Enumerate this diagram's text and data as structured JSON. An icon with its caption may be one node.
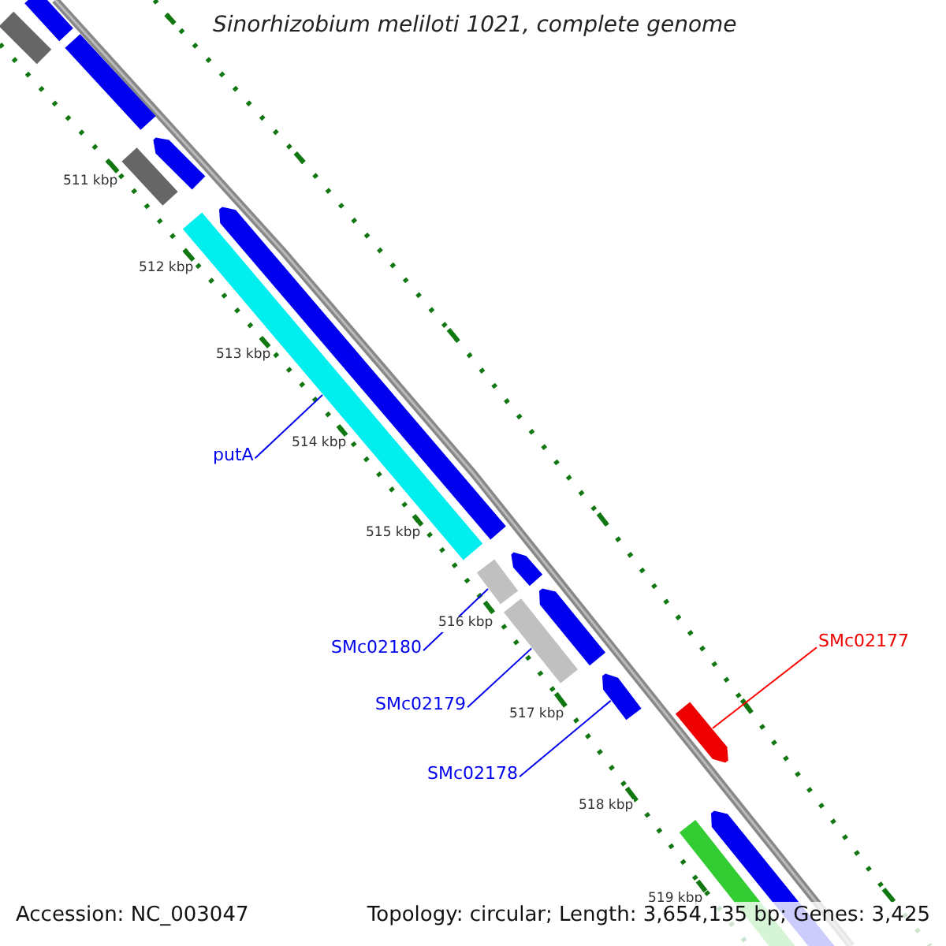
{
  "diagram": {
    "title": "Sinorhizobium meliloti 1021, complete genome",
    "nodes": [
      {
        "text": [
          "putA"
        ]
      },
      {
        "text": [
          "SMc02180"
        ]
      },
      {
        "text": [
          "SMc02179"
        ]
      },
      {
        "text": [
          "SMc02178"
        ]
      },
      {
        "text": [
          "SMc02177"
        ]
      },
      {
        "text": [],
        "shape": "bar"
      },
      {
        "text": [],
        "shape": "bar"
      },
      {
        "text": [],
        "shape": "bar"
      },
      {
        "text": [],
        "shape": "bar"
      },
      {
        "text": [],
        "shape": "bar"
      }
    ],
    "edges": [
      {
        "from": 0,
        "to": 5,
        "arrow": "none"
      },
      {
        "from": 1,
        "to": 6,
        "arrow": "none"
      },
      {
        "from": 2,
        "to": 7,
        "arrow": "none"
      },
      {
        "from": 3,
        "to": 8,
        "arrow": "none"
      },
      {
        "from": 4,
        "to": 9,
        "arrow": "none",
        "color": "#ff0000"
      }
    ],
    "labels": [
      "511 kbp",
      "512 kbp",
      "513 kbp",
      "514 kbp",
      "515 kbp",
      "516 kbp",
      "517 kbp",
      "518 kbp",
      "519 kbp",
      "Accession: NC_003047",
      "Topology: circular; Length: 3,654,135 bp; Genes: 3,425"
    ]
  }
}
